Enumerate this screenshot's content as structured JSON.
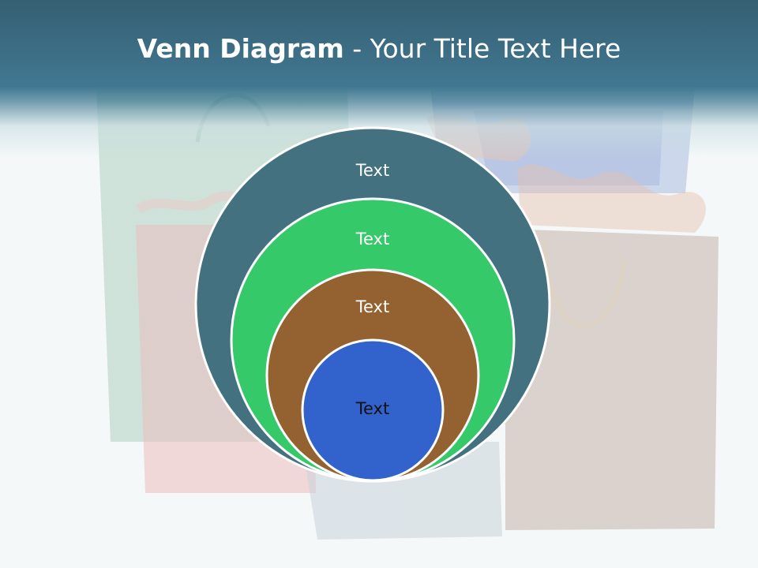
{
  "slide": {
    "title_bold": "Venn Diagram",
    "title_rest": " - Your Title Text Here"
  },
  "diagram": {
    "type": "nested-circles",
    "levels": [
      {
        "label": "Text",
        "fill": "#43717f",
        "text_color": "#ffffff"
      },
      {
        "label": "Text",
        "fill": "#35c96a",
        "text_color": "#ffffff"
      },
      {
        "label": "Text",
        "fill": "#946131",
        "text_color": "#ffffff"
      },
      {
        "label": "Text",
        "fill": "#3263cc",
        "text_color": "#111111"
      }
    ]
  },
  "colors": {
    "header": "#3e7590",
    "circle_stroke": "#ffffff"
  }
}
